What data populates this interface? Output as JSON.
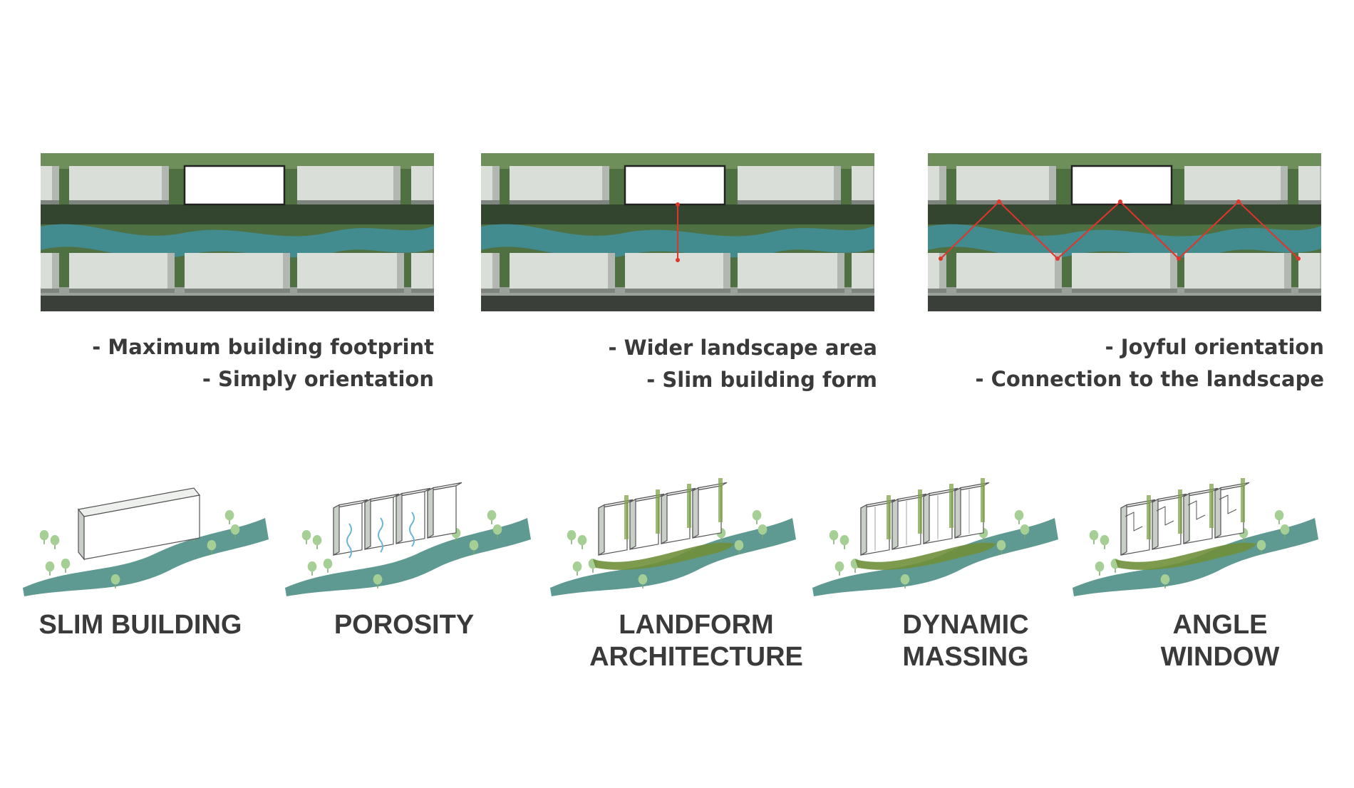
{
  "colors": {
    "grass": "#4f7041",
    "grass_dark": "#33452e",
    "grass_light": "#6f8f5a",
    "river": "#3f8f9e",
    "building": "#d9ded9",
    "building_shade": "#b2b7b2",
    "road": "#3a3f3a",
    "route": "#e0352b",
    "label": "#3a3a3a",
    "iso_river": "#5f9a92",
    "tree": "#a6cf95"
  },
  "plan_options": [
    {
      "id": "option-1",
      "caption": [
        "- Maximum building footprint",
        "- Simply orientation"
      ],
      "route": "none"
    },
    {
      "id": "option-2",
      "caption": [
        "- Wider landscape area",
        "- Slim building form"
      ],
      "route": "straight"
    },
    {
      "id": "option-3",
      "caption": [
        "- Joyful orientation",
        "- Connection to the landscape"
      ],
      "route": "zigzag"
    }
  ],
  "strategies": [
    {
      "id": "slim-building",
      "title": [
        "SLIM BUILDING"
      ],
      "type": "slim"
    },
    {
      "id": "porosity",
      "title": [
        "POROSITY"
      ],
      "type": "porosity"
    },
    {
      "id": "landform-architecture",
      "title": [
        "LANDFORM",
        "ARCHITECTURE"
      ],
      "type": "landform"
    },
    {
      "id": "dynamic-massing",
      "title": [
        "DYNAMIC",
        "MASSING"
      ],
      "type": "dynamic"
    },
    {
      "id": "angle-window",
      "title": [
        "ANGLE",
        "WINDOW"
      ],
      "type": "angle"
    }
  ]
}
